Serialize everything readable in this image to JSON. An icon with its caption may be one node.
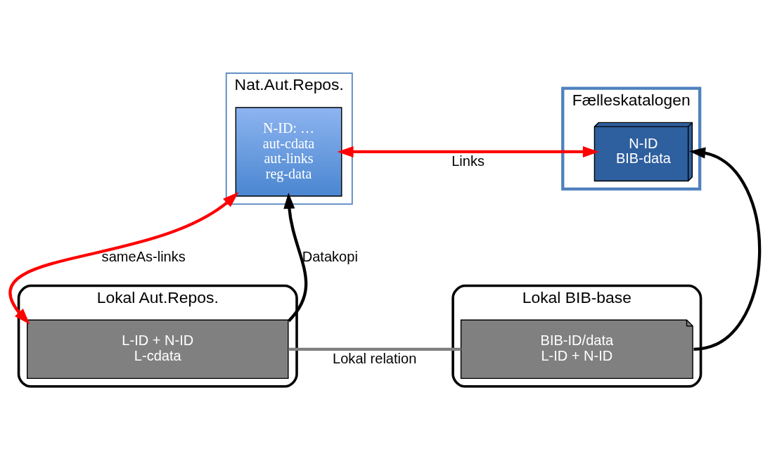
{
  "diagram": {
    "nodes": [
      {
        "text": [
          "Nat.Aut.Repos."
        ]
      },
      {
        "text": [
          "N-ID: …",
          "aut-cdata",
          "aut-links",
          "reg-data"
        ],
        "in": 0
      },
      {
        "text": [
          "Fælleskatalogen"
        ]
      },
      {
        "text": [
          "N-ID",
          "BIB-data"
        ],
        "in": 2
      },
      {
        "text": [
          "Lokal Aut.Repos."
        ]
      },
      {
        "text": [
          "L-ID + N-ID",
          "L-cdata"
        ],
        "in": 4
      },
      {
        "text": [
          "Lokal BIB-base"
        ]
      },
      {
        "text": [
          "BIB-ID/data",
          "L-ID + N-ID"
        ],
        "in": 6
      }
    ],
    "edges": [
      {
        "from": 1,
        "to": 3,
        "arrow": "both",
        "label": "Links",
        "color": "#ff0000"
      },
      {
        "from": 5,
        "to": 1,
        "arrow": "to",
        "label": "Datakopi",
        "color": "#000000"
      },
      {
        "from": 1,
        "to": 5,
        "arrow": "both",
        "label": "sameAs-links",
        "color": "#ff0000"
      },
      {
        "from": 5,
        "to": 7,
        "arrow": "none",
        "label": "Lokal relation",
        "color": "#7f7f7f"
      },
      {
        "from": 7,
        "to": 3,
        "arrow": "to",
        "color": "#000000"
      }
    ]
  }
}
